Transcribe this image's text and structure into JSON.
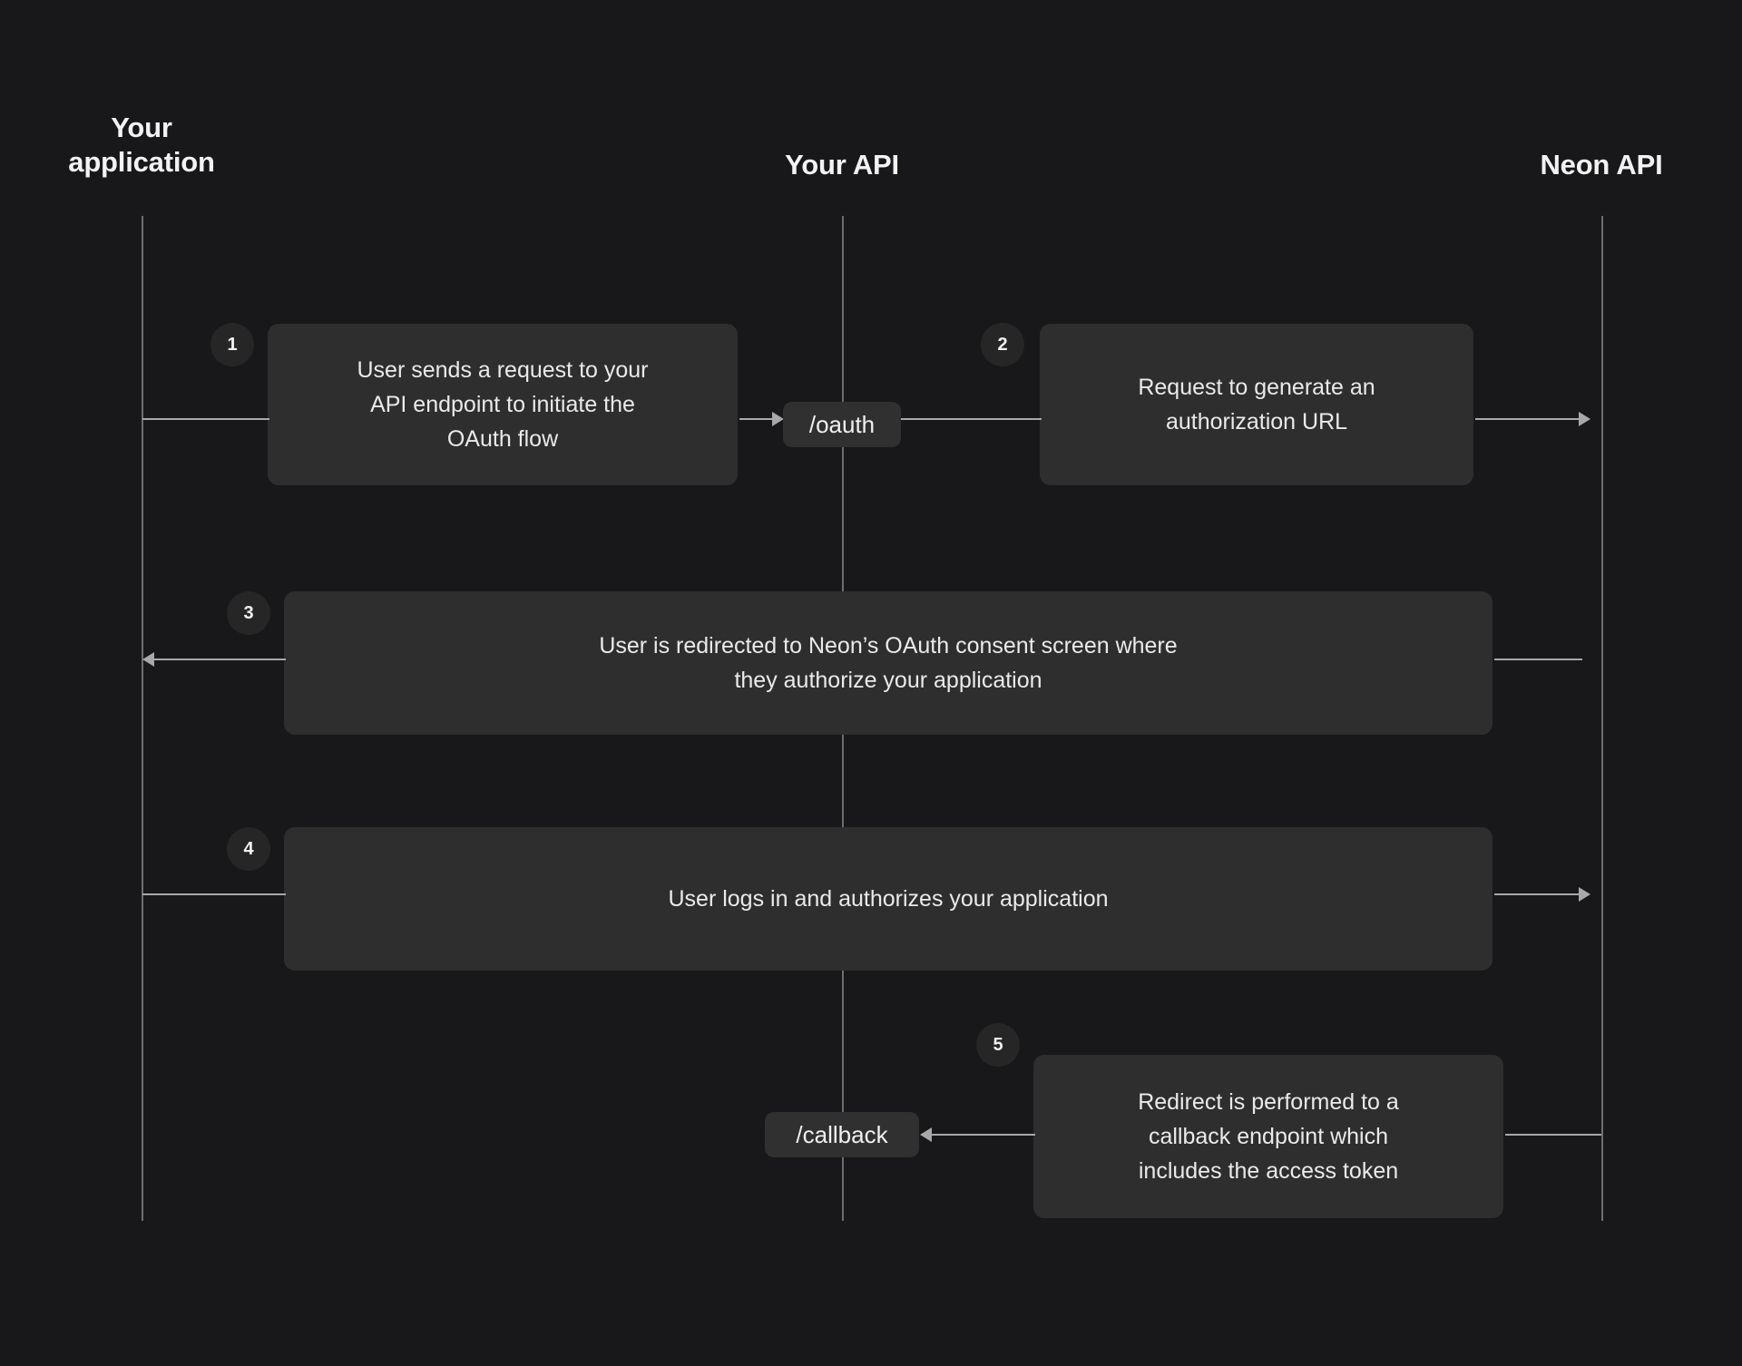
{
  "diagram": {
    "title": "Neon OAuth flow sequence diagram",
    "background_color": "#18181a",
    "box_color": "#2e2e2e",
    "line_color": "#a8a8a8",
    "text_color": "#eaeaea"
  },
  "columns": [
    {
      "id": "your-application",
      "label": "Your\napplication"
    },
    {
      "id": "your-api",
      "label": "Your API"
    },
    {
      "id": "neon-api",
      "label": "Neon API"
    }
  ],
  "steps": [
    {
      "number": "1",
      "text": "User sends a request to your\nAPI endpoint to initiate the\nOAuth flow",
      "from": "your-application",
      "to": "your-api"
    },
    {
      "number": "2",
      "text": "Request to generate an\nauthorization URL",
      "from": "your-api",
      "to": "neon-api"
    },
    {
      "number": "3",
      "text": "User is redirected to Neon’s OAuth consent screen where\nthey authorize your application",
      "from": "neon-api",
      "to": "your-application"
    },
    {
      "number": "4",
      "text": "User logs in and authorizes your application",
      "from": "your-application",
      "to": "neon-api"
    },
    {
      "number": "5",
      "text": "Redirect is performed to a\ncallback endpoint which\nincludes the access token",
      "from": "neon-api",
      "to": "your-api"
    }
  ],
  "endpoints": [
    {
      "id": "oauth",
      "label": "/oauth"
    },
    {
      "id": "callback",
      "label": "/callback"
    }
  ]
}
